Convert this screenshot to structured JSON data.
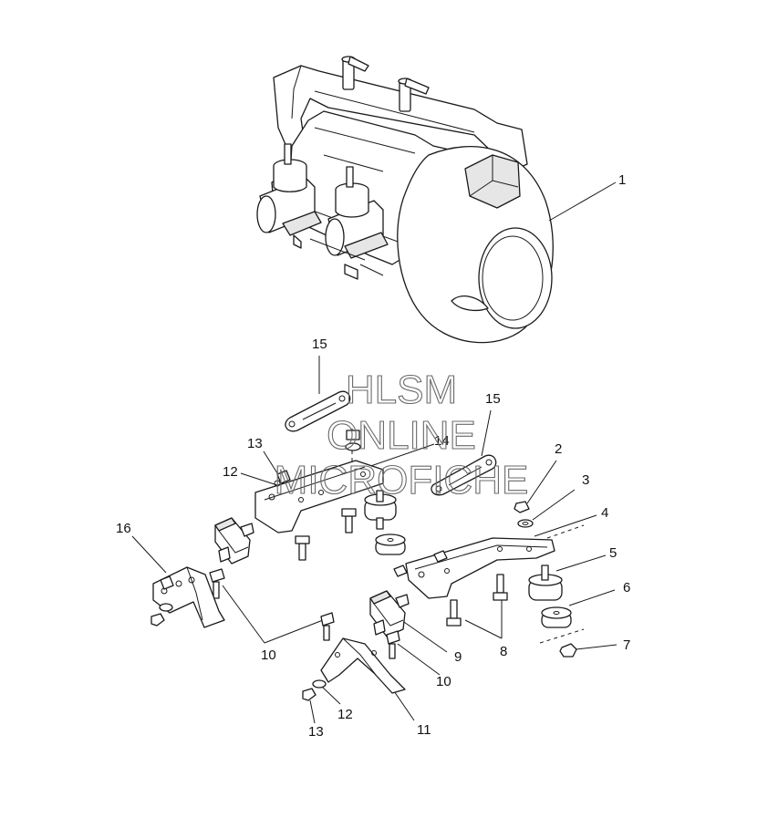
{
  "callouts": {
    "c1": "1",
    "c2": "2",
    "c3": "3",
    "c4": "4",
    "c5": "5",
    "c6": "6",
    "c7": "7",
    "c8": "8",
    "c9": "9",
    "c10a": "10",
    "c10b": "10",
    "c11": "11",
    "c12a": "12",
    "c12b": "12",
    "c13a": "13",
    "c13b": "13",
    "c14": "14",
    "c15a": "15",
    "c15b": "15",
    "c16": "16"
  },
  "watermark": {
    "line1": "HLSM",
    "line2": "ONLINE",
    "line3": "MICROFICHE"
  },
  "colors": {
    "line": "#1a1a1a",
    "background": "#ffffff",
    "watermark": "#6a6a6a"
  }
}
